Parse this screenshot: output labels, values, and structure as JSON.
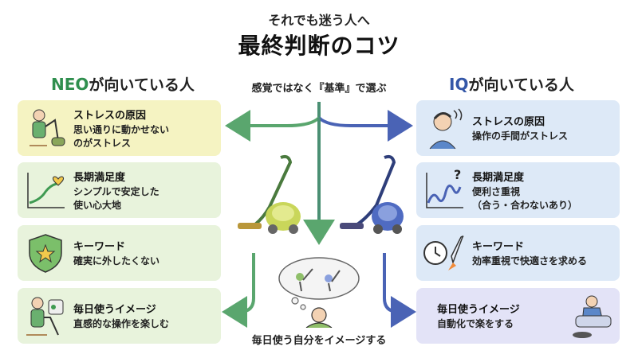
{
  "header": {
    "subtitle": "それでも迷う人へ",
    "title": "最終判断のコツ"
  },
  "left": {
    "heading_accent": "NEO",
    "heading_rest": "が向いている人",
    "accent_color": "#2f8f4e",
    "cards": [
      {
        "head": "ストレスの原因",
        "body": "思い通りに動かせない\nのがストレス",
        "icon": "person-vacuuming-icon"
      },
      {
        "head": "長期満足度",
        "body": "シンプルで安定した\n使い心大地",
        "icon": "rising-line-heart-icon"
      },
      {
        "head": "キーワード",
        "body": "確実に外したくない",
        "icon": "shield-star-icon"
      },
      {
        "head": "毎日使うイメージ",
        "body": "直感的な操作を楽しむ",
        "icon": "person-handheld-vacuum-icon"
      }
    ]
  },
  "right": {
    "heading_accent": "IQ",
    "heading_rest": "が向いている人",
    "accent_color": "#3457a8",
    "cards": [
      {
        "head": "ストレスの原因",
        "body": "操作の手間がストレス",
        "icon": "stressed-person-icon"
      },
      {
        "head": "長期満足度",
        "body": "便利さ重視\n（合う・合わないあり）",
        "icon": "wavy-line-question-icon"
      },
      {
        "head": "キーワード",
        "body": "効率重視で快適さを求める",
        "icon": "clock-rocket-icon"
      },
      {
        "head": "毎日使うイメージ",
        "body": "自動化で楽をする",
        "icon": "relaxing-robot-vacuum-icon"
      }
    ]
  },
  "center": {
    "top_label": "感覚ではなく『基準』で選ぶ",
    "bottom_label": "毎日使う自分をイメージする",
    "neo_color": "#5aa66e",
    "iq_color": "#4a63b5"
  }
}
